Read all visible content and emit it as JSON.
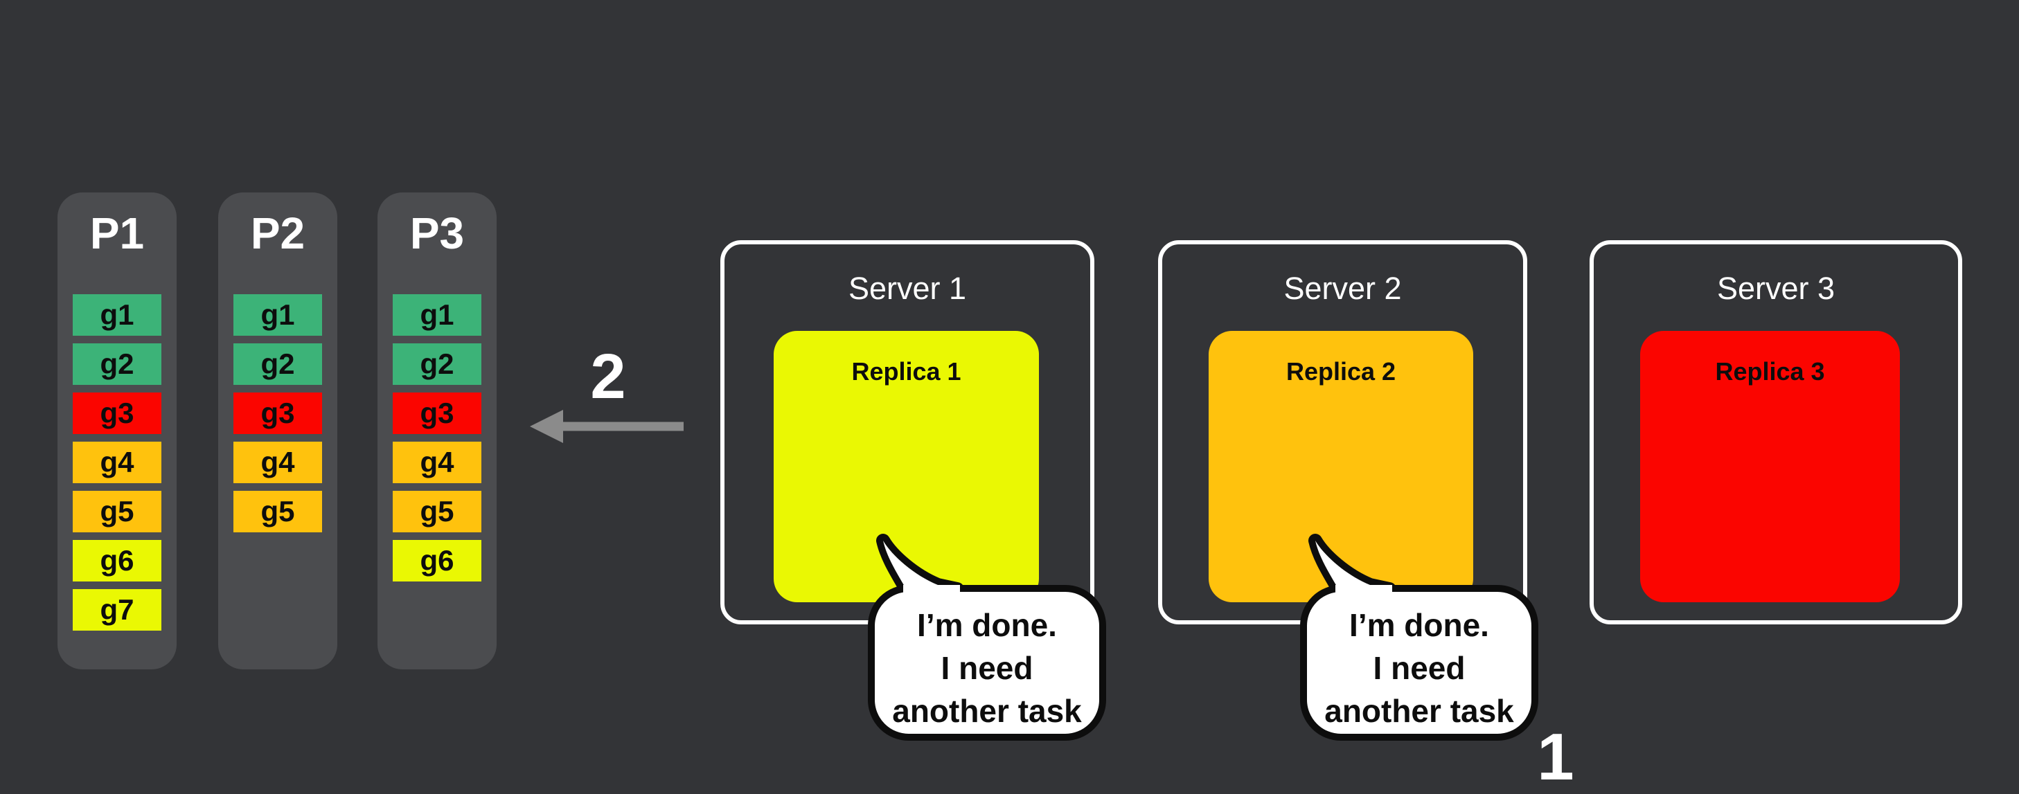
{
  "palette": {
    "background": "#333437",
    "panel_gray": "#4b4c4f",
    "task_green": "#3cb378",
    "task_red": "#fb0500",
    "task_amber": "#ffc20d",
    "task_yellow": "#eaf803",
    "arrow_gray": "#8b8b8b",
    "bubble_fill": "#ffffff",
    "bubble_border": "#0d0d0d",
    "text_light": "#ffffff",
    "text_dark": "#0d0d0d"
  },
  "partitions": [
    {
      "label": "P1",
      "tasks": [
        {
          "label": "g1",
          "color": "task_green"
        },
        {
          "label": "g2",
          "color": "task_green"
        },
        {
          "label": "g3",
          "color": "task_red"
        },
        {
          "label": "g4",
          "color": "task_amber"
        },
        {
          "label": "g5",
          "color": "task_amber"
        },
        {
          "label": "g6",
          "color": "task_yellow"
        },
        {
          "label": "g7",
          "color": "task_yellow"
        }
      ]
    },
    {
      "label": "P2",
      "tasks": [
        {
          "label": "g1",
          "color": "task_green"
        },
        {
          "label": "g2",
          "color": "task_green"
        },
        {
          "label": "g3",
          "color": "task_red"
        },
        {
          "label": "g4",
          "color": "task_amber"
        },
        {
          "label": "g5",
          "color": "task_amber"
        }
      ]
    },
    {
      "label": "P3",
      "tasks": [
        {
          "label": "g1",
          "color": "task_green"
        },
        {
          "label": "g2",
          "color": "task_green"
        },
        {
          "label": "g3",
          "color": "task_red"
        },
        {
          "label": "g4",
          "color": "task_amber"
        },
        {
          "label": "g5",
          "color": "task_amber"
        },
        {
          "label": "g6",
          "color": "task_yellow"
        }
      ]
    }
  ],
  "arrow_step": {
    "label": "2"
  },
  "servers": [
    {
      "title": "Server 1",
      "replica": {
        "label": "Replica 1",
        "color": "task_yellow"
      }
    },
    {
      "title": "Server 2",
      "replica": {
        "label": "Replica 2",
        "color": "task_amber"
      }
    },
    {
      "title": "Server 3",
      "replica": {
        "label": "Replica 3",
        "color": "task_red"
      }
    }
  ],
  "bubbles": [
    {
      "lines": [
        "I’m done.",
        "I need",
        "another task"
      ]
    },
    {
      "lines": [
        "I’m done.",
        "I need",
        "another task"
      ]
    }
  ],
  "bottom_step": {
    "label": "1"
  }
}
